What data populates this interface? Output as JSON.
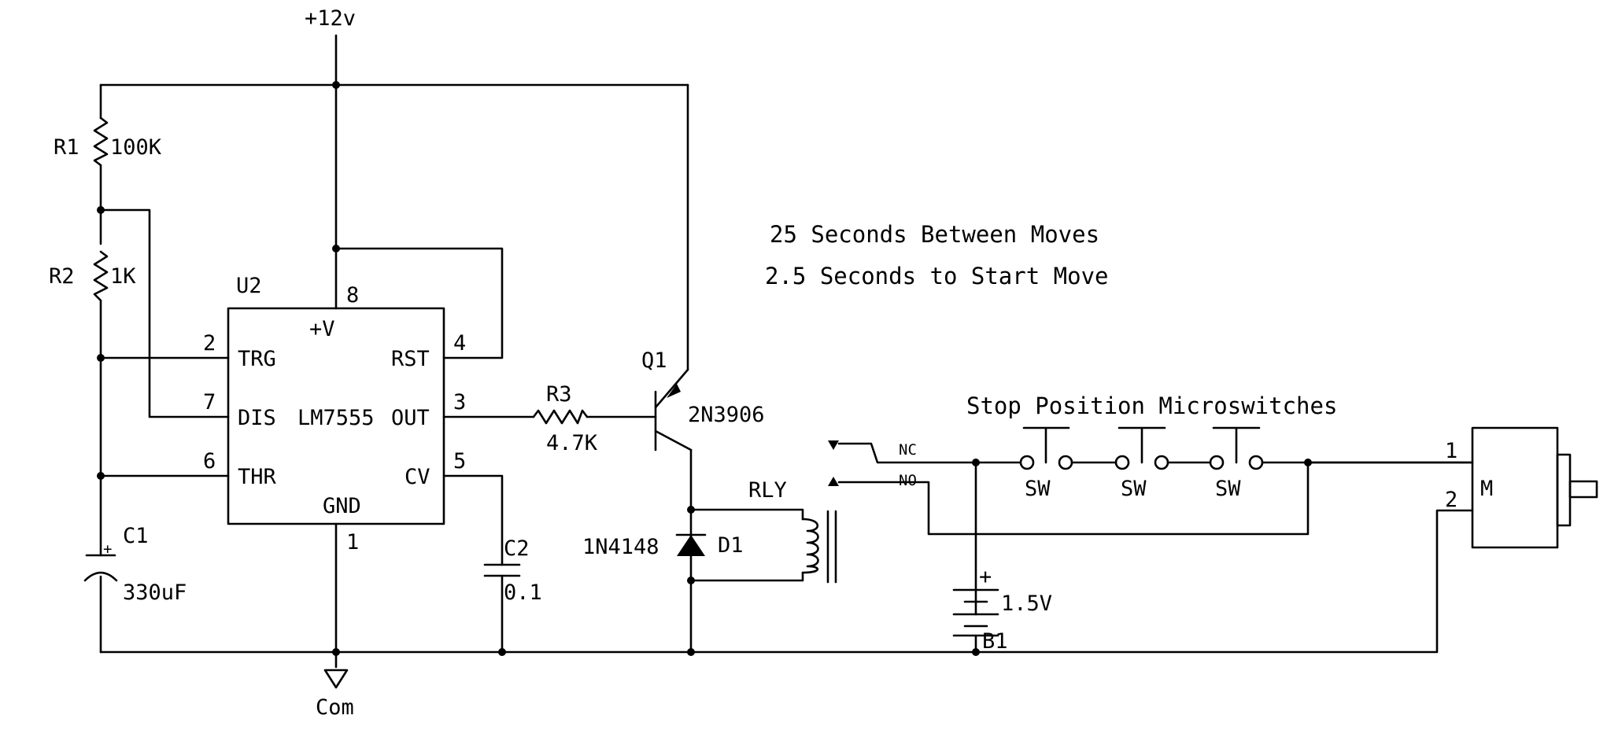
{
  "supply": {
    "label": "+12v"
  },
  "ground": {
    "label": "Com"
  },
  "notes": {
    "line1": "25 Seconds Between Moves",
    "line2": "2.5 Seconds to Start Move",
    "switches_title": "Stop Position Microswitches"
  },
  "r1": {
    "ref": "R1",
    "value": "100K"
  },
  "r2": {
    "ref": "R2",
    "value": "1K"
  },
  "r3": {
    "ref": "R3",
    "value": "4.7K"
  },
  "c1": {
    "ref": "C1",
    "value": "330uF",
    "polarity": "+"
  },
  "c2": {
    "ref": "C2",
    "value": "0.1"
  },
  "u2": {
    "ref": "U2",
    "part": "LM7555",
    "pins": {
      "vplus": "+V",
      "vplus_num": "8",
      "trg": "TRG",
      "trg_num": "2",
      "dis": "DIS",
      "dis_num": "7",
      "thr": "THR",
      "thr_num": "6",
      "rst": "RST",
      "rst_num": "4",
      "out": "OUT",
      "out_num": "3",
      "cv": "CV",
      "cv_num": "5",
      "gnd": "GND",
      "gnd_num": "1"
    }
  },
  "q1": {
    "ref": "Q1",
    "part": "2N3906"
  },
  "d1": {
    "ref": "D1",
    "part": "1N4148"
  },
  "rly": {
    "ref": "RLY",
    "nc": "NC",
    "no": "NO"
  },
  "b1": {
    "ref": "B1",
    "value": "1.5V",
    "polarity": "+"
  },
  "switches": [
    {
      "label": "SW"
    },
    {
      "label": "SW"
    },
    {
      "label": "SW"
    }
  ],
  "motor": {
    "ref": "M",
    "pin1": "1",
    "pin2": "2"
  }
}
